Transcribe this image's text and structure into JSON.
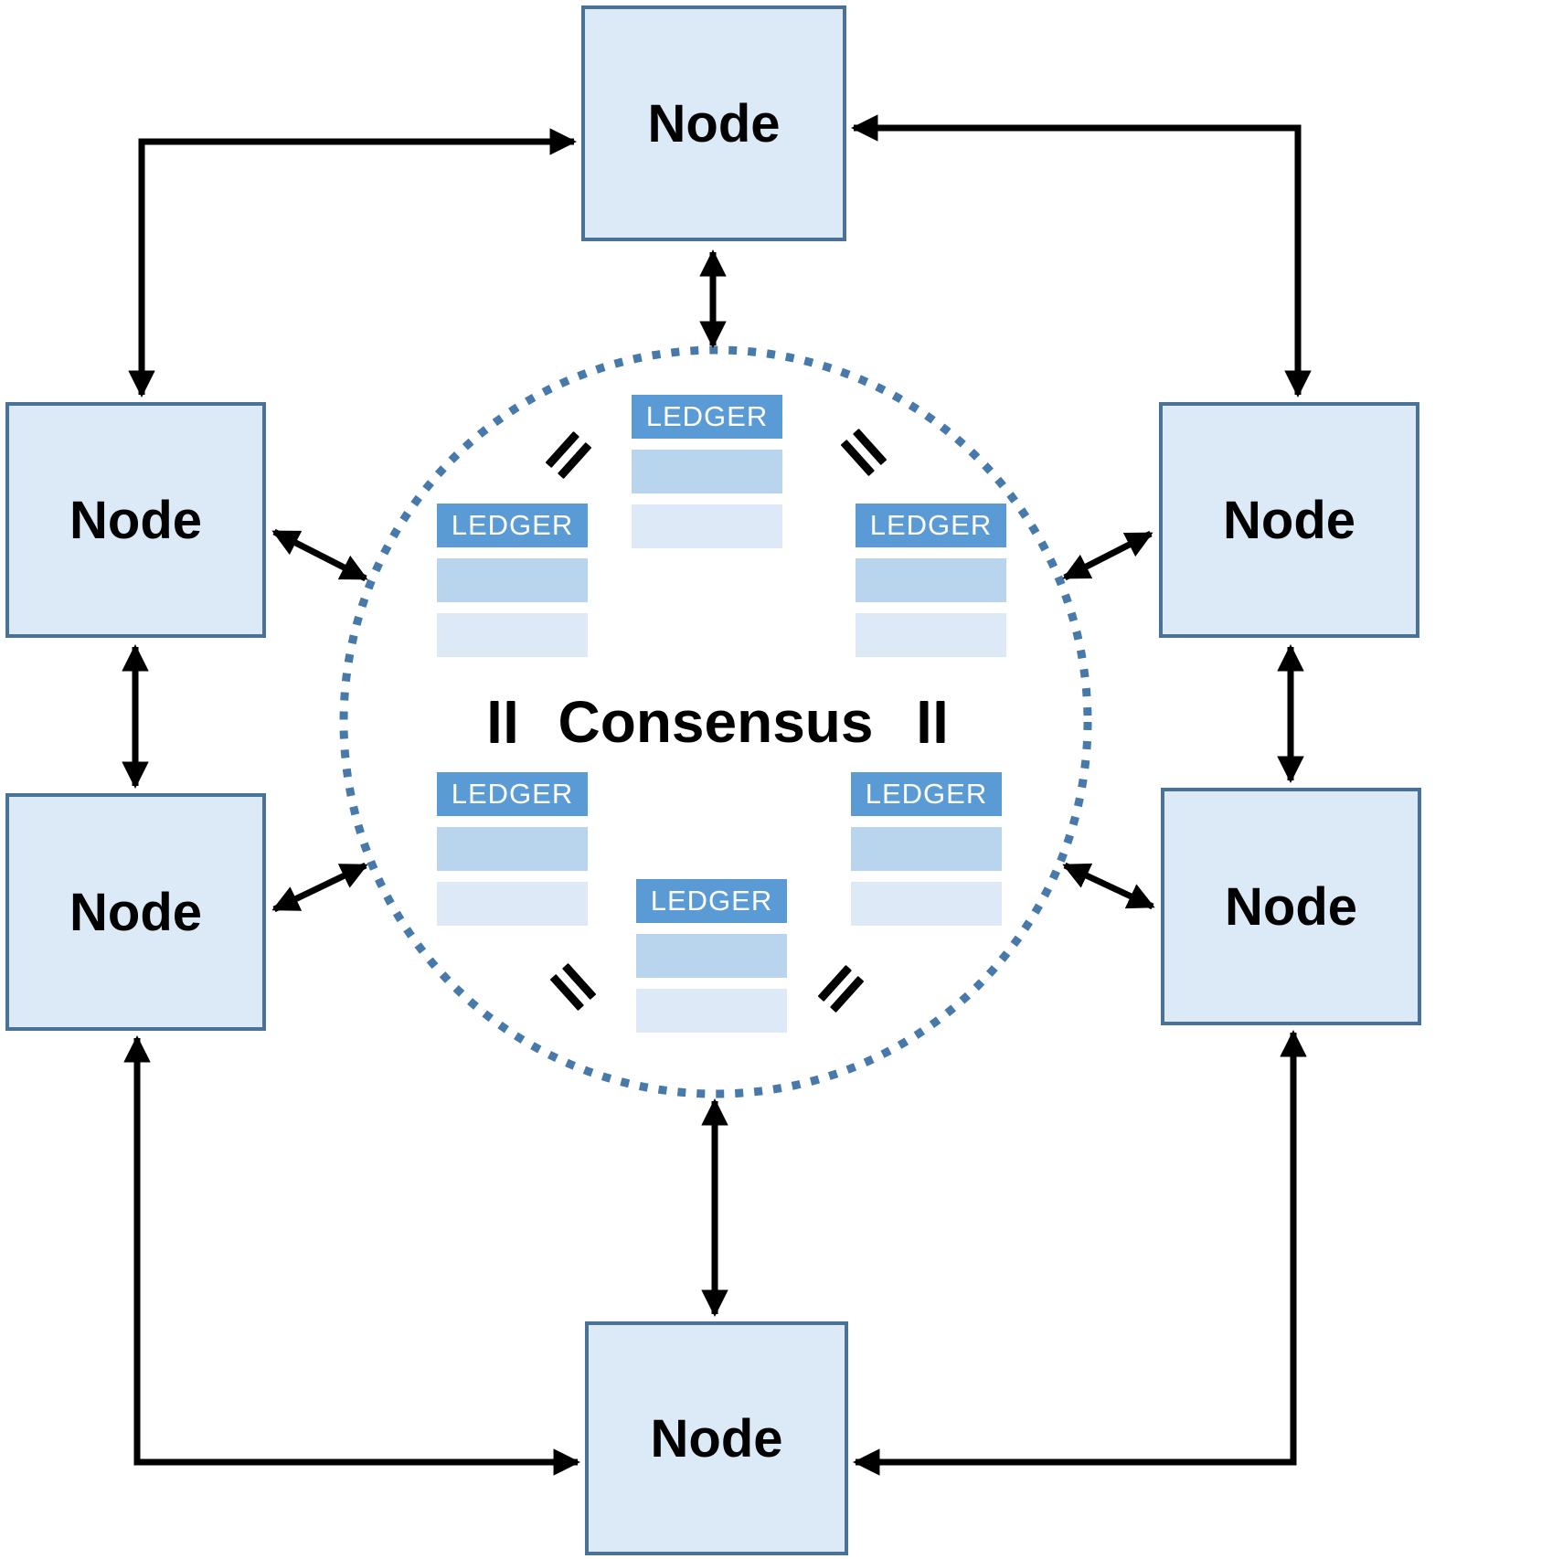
{
  "colors": {
    "node_fill": "#dce9f6",
    "node_border": "#4a7296",
    "ledger_header_bg": "#5b9bd5",
    "ledger_header_text": "#ffffff",
    "ledger_row1_bg": "#b9d5ee",
    "ledger_row2_bg": "#dde9f6",
    "dotted_circle": "#4879ab",
    "arrow": "#000000"
  },
  "consensus": {
    "label": "Consensus"
  },
  "nodes": [
    {
      "id": "top",
      "label": "Node"
    },
    {
      "id": "left-upper",
      "label": "Node"
    },
    {
      "id": "right-upper",
      "label": "Node"
    },
    {
      "id": "left-lower",
      "label": "Node"
    },
    {
      "id": "right-lower",
      "label": "Node"
    },
    {
      "id": "bottom",
      "label": "Node"
    }
  ],
  "ledgers": [
    {
      "id": "top-center",
      "label": "LEDGER"
    },
    {
      "id": "left-upper",
      "label": "LEDGER"
    },
    {
      "id": "right-upper",
      "label": "LEDGER"
    },
    {
      "id": "left-lower",
      "label": "LEDGER"
    },
    {
      "id": "right-lower",
      "label": "LEDGER"
    },
    {
      "id": "bottom-center",
      "label": "LEDGER"
    }
  ]
}
